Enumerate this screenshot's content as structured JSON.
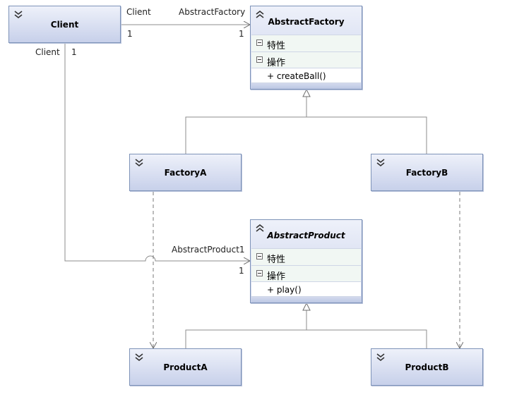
{
  "classes": {
    "client": {
      "name": "Client"
    },
    "abstract_factory": {
      "name": "AbstractFactory",
      "attributes_label": "特性",
      "operations_label": "操作",
      "operation": "+ createBall()"
    },
    "factory_a": {
      "name": "FactoryA"
    },
    "factory_b": {
      "name": "FactoryB"
    },
    "abstract_product": {
      "name": "AbstractProduct",
      "attributes_label": "特性",
      "operations_label": "操作",
      "operation": "+ play()"
    },
    "product_a": {
      "name": "ProductA"
    },
    "product_b": {
      "name": "ProductB"
    }
  },
  "associations": {
    "client_factory": {
      "source_role": "Client",
      "source_mult": "1",
      "target_role": "AbstractFactory",
      "target_mult": "1"
    },
    "client_product": {
      "source_role": "Client",
      "source_mult": "1",
      "target_role": "AbstractProduct1",
      "target_mult": "1"
    }
  },
  "colors": {
    "box_border": "#7e93b8",
    "box_top": "#eef1fa",
    "box_bottom": "#c7d0ea",
    "line": "#8c8c8c"
  }
}
